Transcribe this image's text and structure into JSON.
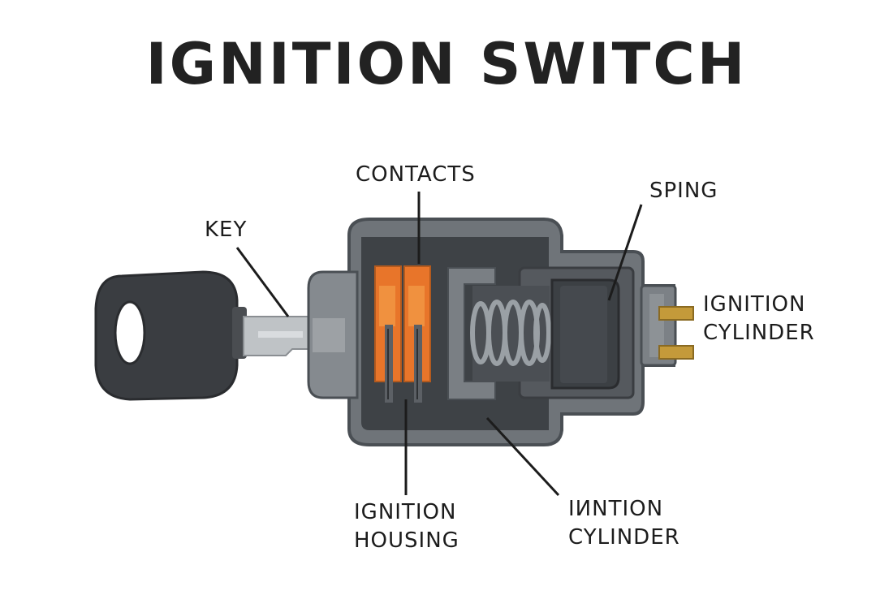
{
  "title": "IGNITION SWITCH",
  "labels": {
    "key": "KEY",
    "contacts": "CONTACTS",
    "spring": "SPING",
    "ignition_cylinder_right": [
      "IGNITION",
      "CYLINDER"
    ],
    "ignition_housing": [
      "IGNITION",
      "HOUSING"
    ],
    "ignition_cylinder_bottom": [
      "IИNTION",
      "CYLINDER"
    ]
  },
  "colors": {
    "housing": "#6f7479",
    "housing_dark": "#4a4f54",
    "interior": "#3e4246",
    "key_head": "#3a3d41",
    "key_blade": "#bfc3c6",
    "contacts": "#e8752a",
    "terminals": "#c49a3a",
    "spring": "#8e9398",
    "text": "#1c1c1c"
  }
}
